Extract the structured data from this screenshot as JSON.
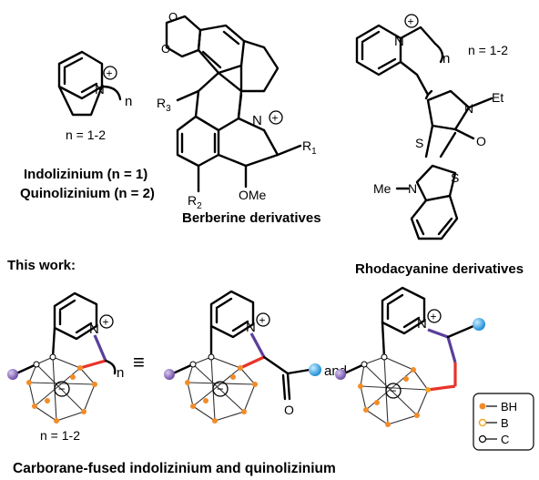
{
  "colors": {
    "bond": "#000000",
    "highlight_red": "#e8332a",
    "highlight_purple": "#5a3e9b",
    "bh_vertex": "#f28c28",
    "b_vertex": "#f5a623",
    "c_vertex": "#ffffff",
    "purple_ball": "#8a6bb8",
    "blue_ball": "#3aa7e6"
  },
  "structures": {
    "indolizinium": {
      "n_charge": "N",
      "plus": "+",
      "n_label": "n",
      "range": "n = 1-2",
      "caption_line1": "Indolizinium (n = 1)",
      "caption_line2": "Quinolizinium (n = 2)"
    },
    "berberine": {
      "n_charge": "N",
      "plus": "+",
      "r1": "R1",
      "r2": "R2",
      "r3": "R3",
      "ome": "OMe",
      "caption": "Berberine derivatives"
    },
    "rhodacyanine": {
      "n_charge": "N",
      "plus": "+",
      "n_label": "n",
      "range": "n = 1-2",
      "et": "Et",
      "s1": "S",
      "n2": "N",
      "o": "O",
      "me": "Me",
      "n3": "N",
      "s2": "S",
      "caption": "Rhodacyanine derivatives"
    }
  },
  "this_work": {
    "heading": "This work:",
    "first": {
      "n_label": "n",
      "range": "n = 1-2",
      "charge": "−",
      "n_charge": "N",
      "plus": "+"
    },
    "equiv": "≡",
    "second": {
      "o_label": "O",
      "charge": "−",
      "n_charge": "N",
      "plus": "+"
    },
    "and_label": "and",
    "third": {
      "charge": "−",
      "n_charge": "N",
      "plus": "+"
    },
    "legend": {
      "bh": "BH",
      "b": "B",
      "c": "C"
    },
    "caption": "Carborane-fused indolizinium and quinolizinium"
  }
}
